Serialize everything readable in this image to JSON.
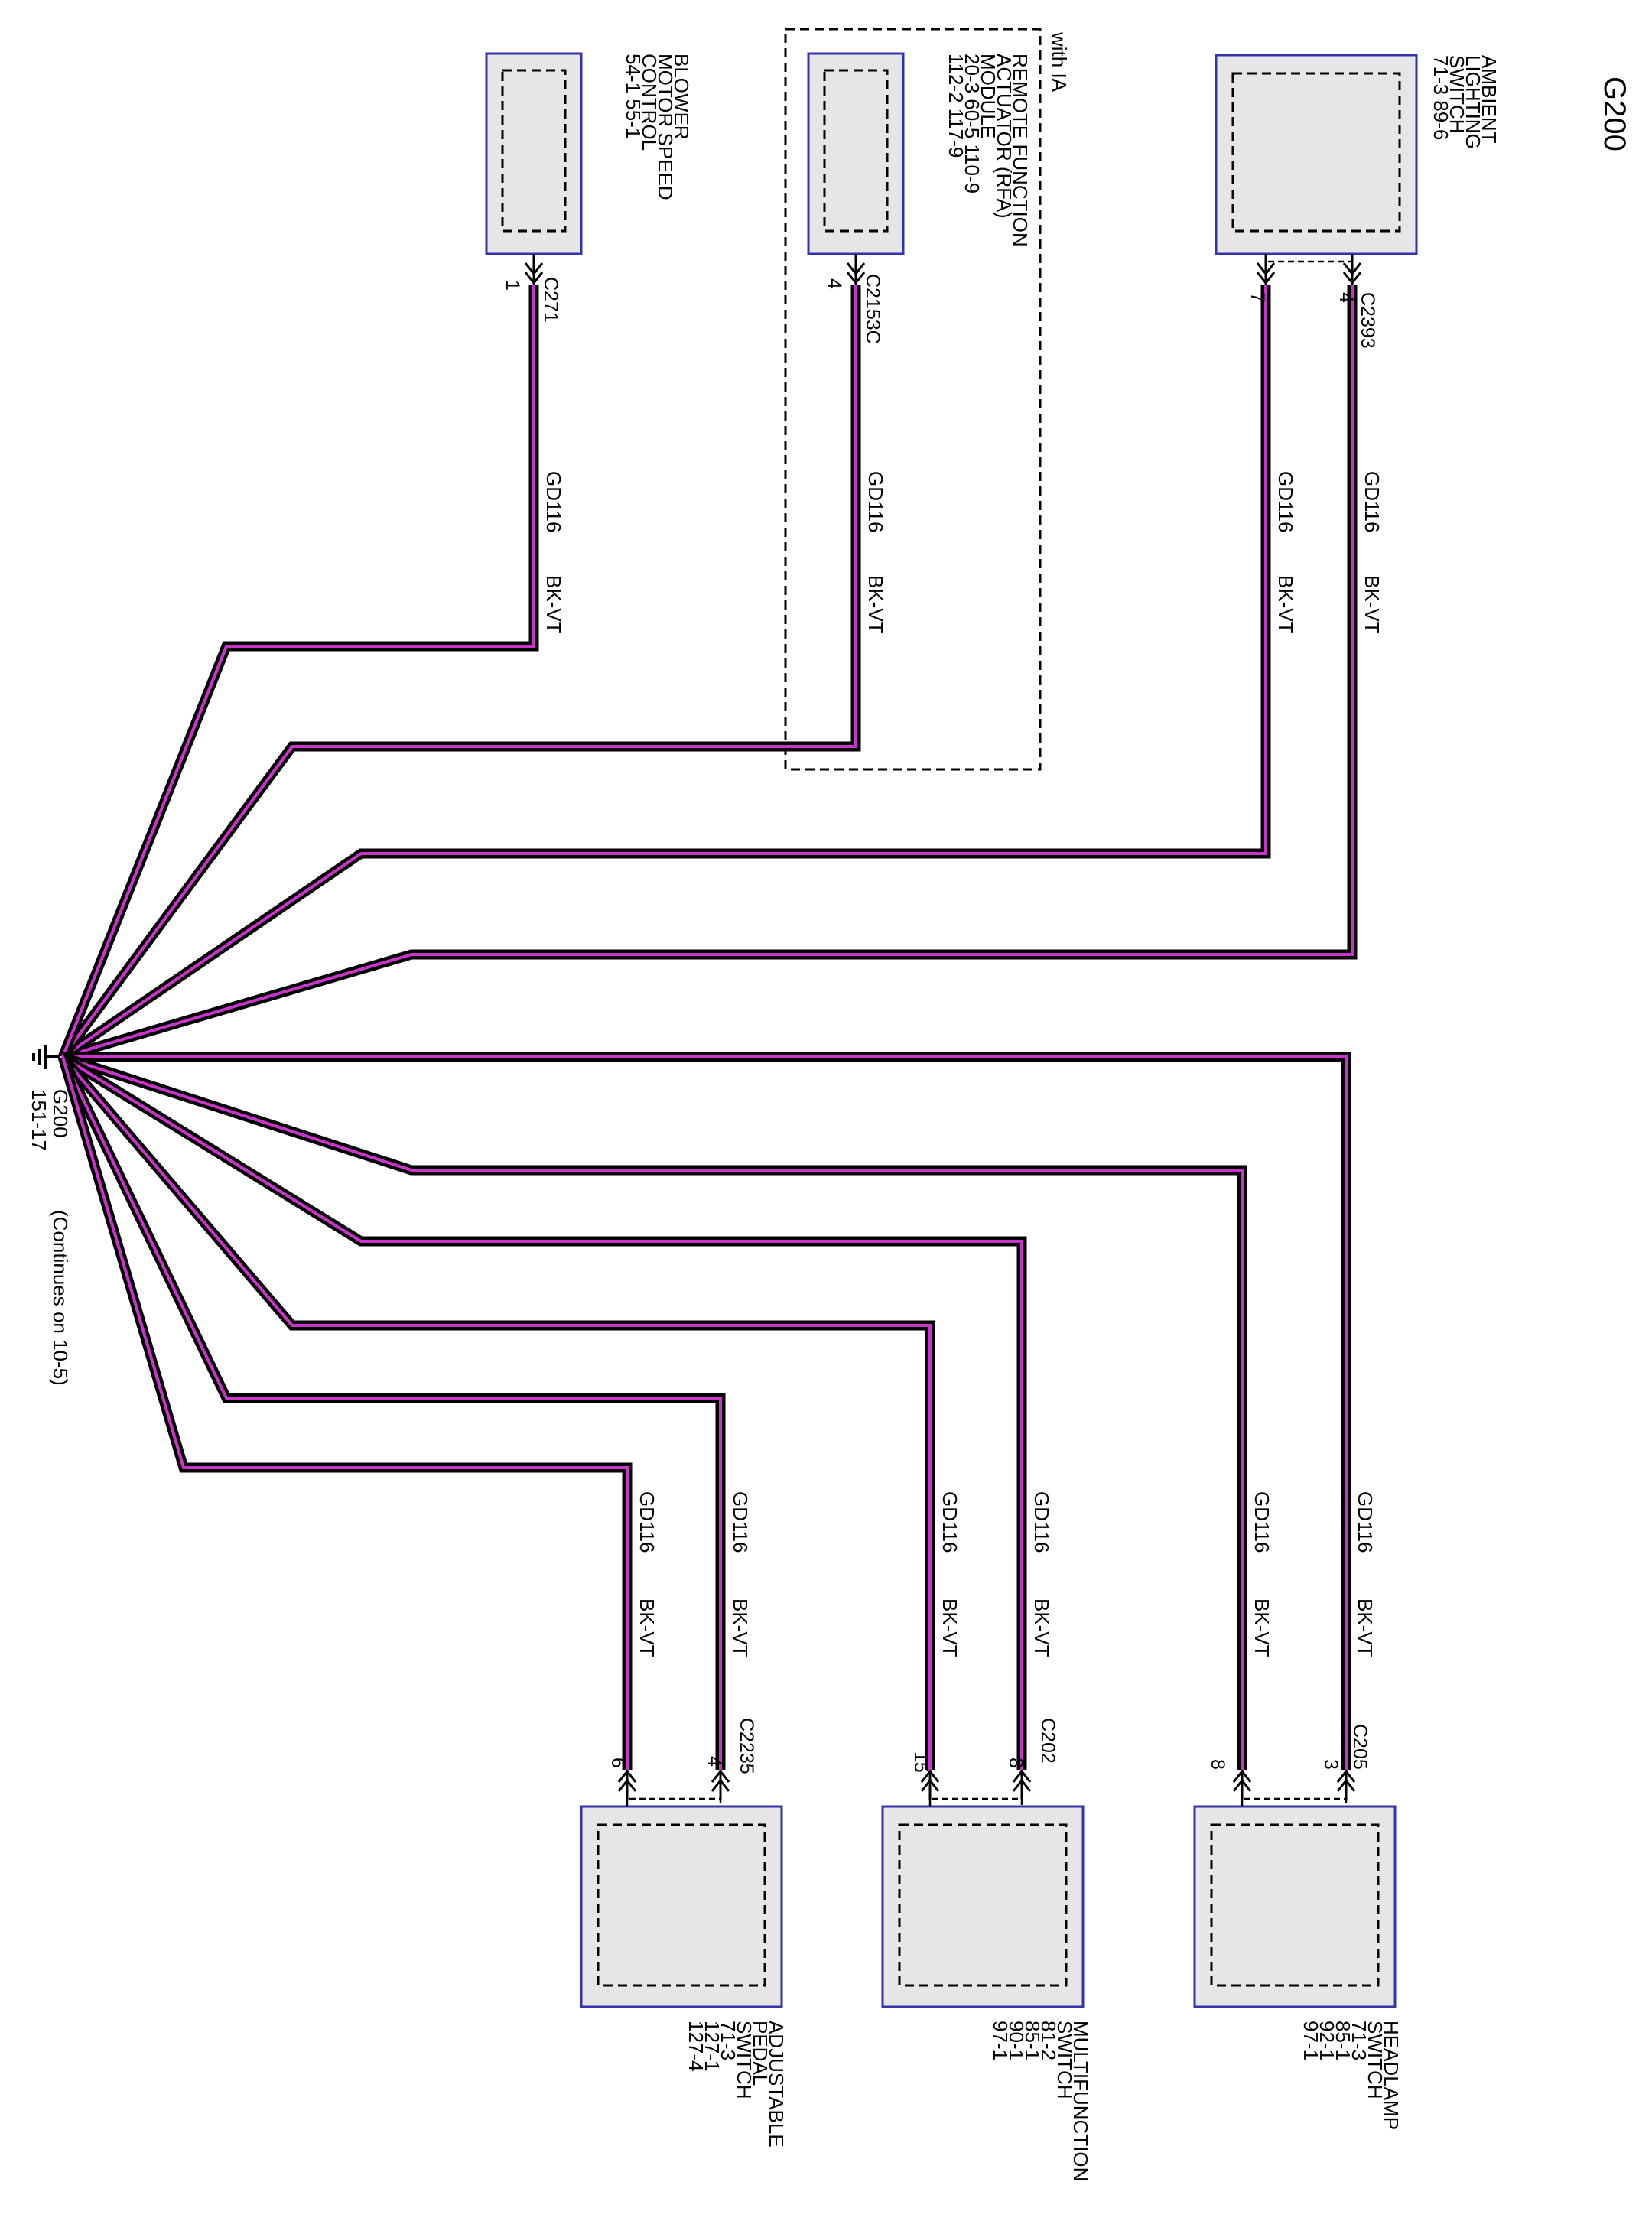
{
  "title": "G200",
  "colors": {
    "wire_stripe": "#cc33cc",
    "wire_base": "#000000",
    "component_fill": "#e6e6e6",
    "component_border": "#3333aa"
  },
  "option_label": "with IA",
  "ground": {
    "name": "G200",
    "ref": "151-17",
    "note": "(Continues on 10-5)",
    "icon": "ground-symbol-icon"
  },
  "components": [
    {
      "id": "ambient",
      "lines": [
        "AMBIENT",
        "LIGHTING",
        "SWITCH",
        "71-3   89-6"
      ]
    },
    {
      "id": "rfa",
      "lines": [
        "REMOTE FUNCTION",
        "ACTUATOR (RFA)",
        "MODULE",
        "20-3    60-5    110-9",
        "112-2   117-9"
      ]
    },
    {
      "id": "blower",
      "lines": [
        "BLOWER",
        "MOTOR SPEED",
        "CONTROL",
        "54-1   55-1"
      ]
    },
    {
      "id": "headlamp",
      "lines": [
        "HEADLAMP",
        "SWITCH",
        "71-3",
        "85-1",
        "92-1",
        "97-1"
      ]
    },
    {
      "id": "multifunction",
      "lines": [
        "MULTIFUNCTION",
        "SWITCH",
        "81-2",
        "85-1",
        "90-1",
        "97-1"
      ]
    },
    {
      "id": "pedal",
      "lines": [
        "ADJUSTABLE",
        "PEDAL",
        "SWITCH",
        "71-3",
        "127-1",
        "127-4"
      ]
    }
  ],
  "connectors": [
    {
      "id": "c2393",
      "name": "C2393",
      "pins": [
        "4",
        "7"
      ]
    },
    {
      "id": "c2153c",
      "name": "C2153C",
      "pins": [
        "4"
      ]
    },
    {
      "id": "c271",
      "name": "C271",
      "pins": [
        "1"
      ]
    },
    {
      "id": "c205",
      "name": "C205",
      "pins": [
        "3",
        "8"
      ]
    },
    {
      "id": "c202",
      "name": "C202",
      "pins": [
        "8",
        "15"
      ]
    },
    {
      "id": "c2235",
      "name": "C2235",
      "pins": [
        "4",
        "6"
      ]
    }
  ],
  "wires": [
    {
      "circuit": "GD116",
      "color": "BK-VT"
    },
    {
      "circuit": "GD116",
      "color": "BK-VT"
    },
    {
      "circuit": "GD116",
      "color": "BK-VT"
    },
    {
      "circuit": "GD116",
      "color": "BK-VT"
    },
    {
      "circuit": "GD116",
      "color": "BK-VT"
    },
    {
      "circuit": "GD116",
      "color": "BK-VT"
    },
    {
      "circuit": "GD116",
      "color": "BK-VT"
    },
    {
      "circuit": "GD116",
      "color": "BK-VT"
    },
    {
      "circuit": "GD116",
      "color": "BK-VT"
    }
  ]
}
